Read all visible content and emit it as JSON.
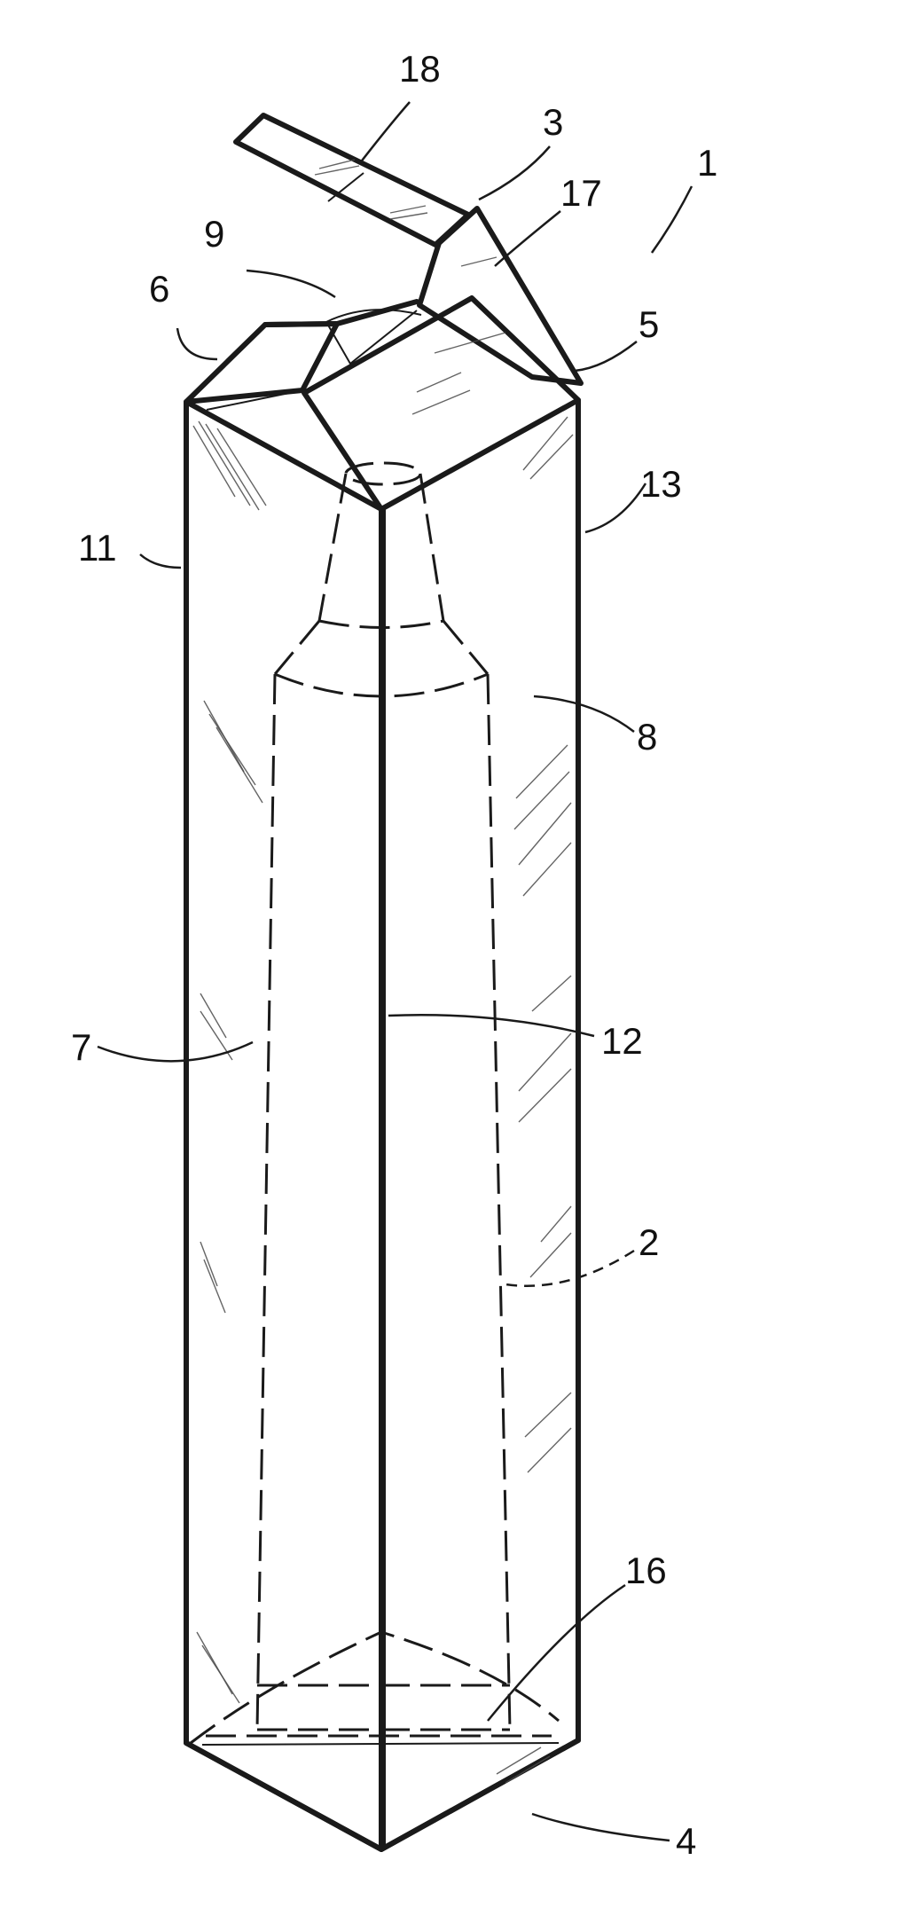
{
  "labels": {
    "n1": "1",
    "n2": "2",
    "n3": "3",
    "n4": "4",
    "n5": "5",
    "n6": "6",
    "n7": "7",
    "n8": "8",
    "n9": "9",
    "n11": "11",
    "n12": "12",
    "n13": "13",
    "n16": "16",
    "n17": "17",
    "n18": "18"
  }
}
